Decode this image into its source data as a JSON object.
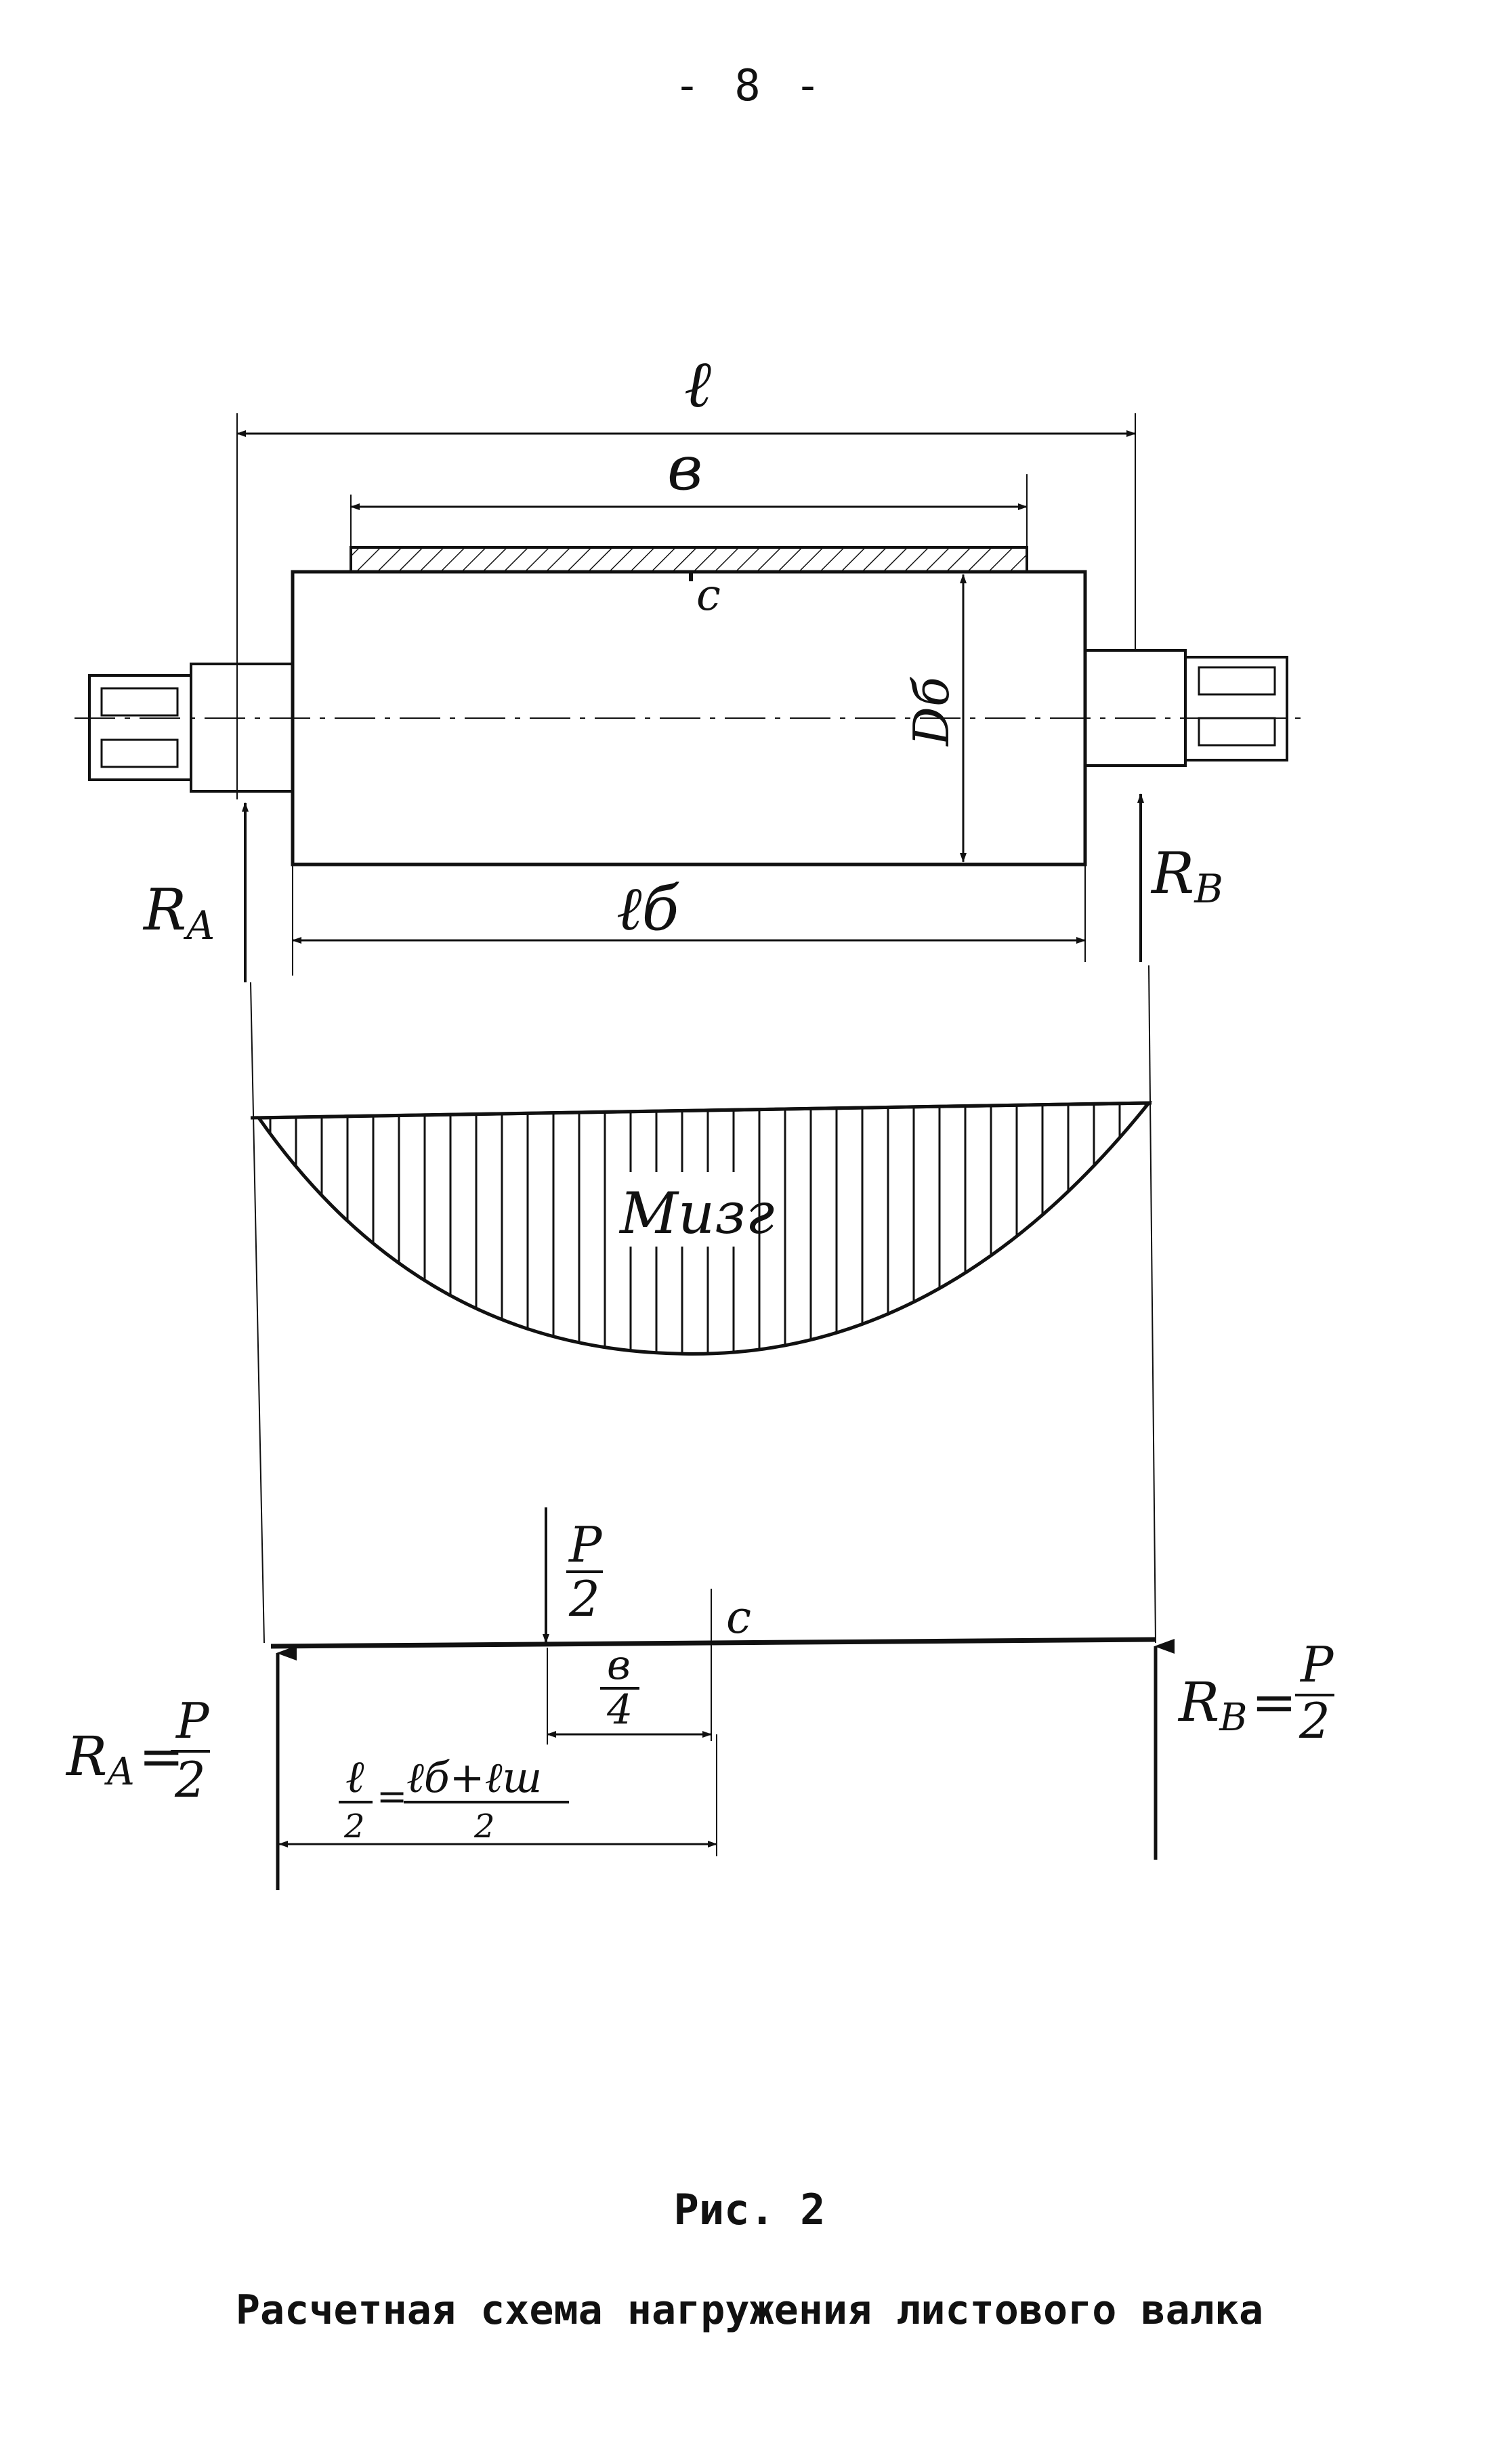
{
  "page_number": "- 8 -",
  "figure": {
    "labels": {
      "total_length": "ℓ",
      "plate_width": "в",
      "center_point": "с",
      "barrel_diameter": "Dб",
      "barrel_length": "ℓб",
      "reaction_a": "R",
      "reaction_a_sub": "A",
      "reaction_b": "R",
      "reaction_b_sub": "B",
      "bending_moment": "Mизг",
      "load": "P",
      "load_denominator": "2",
      "center_point_lower": "с",
      "quarter_width_num": "в",
      "quarter_width_den": "4",
      "ra_formula_name": "R",
      "ra_formula_sub": "A",
      "ra_formula_eq": "=",
      "ra_formula_num": "P",
      "ra_formula_den": "2",
      "rb_formula_name": "R",
      "rb_formula_sub": "B",
      "rb_formula_eq": "=",
      "rb_formula_num": "P",
      "rb_formula_den": "2",
      "half_length_num": "ℓ",
      "half_length_den": "2",
      "half_length_eq": "=",
      "half_length_rhs_num": "ℓб+ℓш",
      "half_length_rhs_den": "2"
    }
  },
  "caption": {
    "figure_number": "Рис. 2",
    "title": "Расчетная схема нагружения листового валка"
  }
}
